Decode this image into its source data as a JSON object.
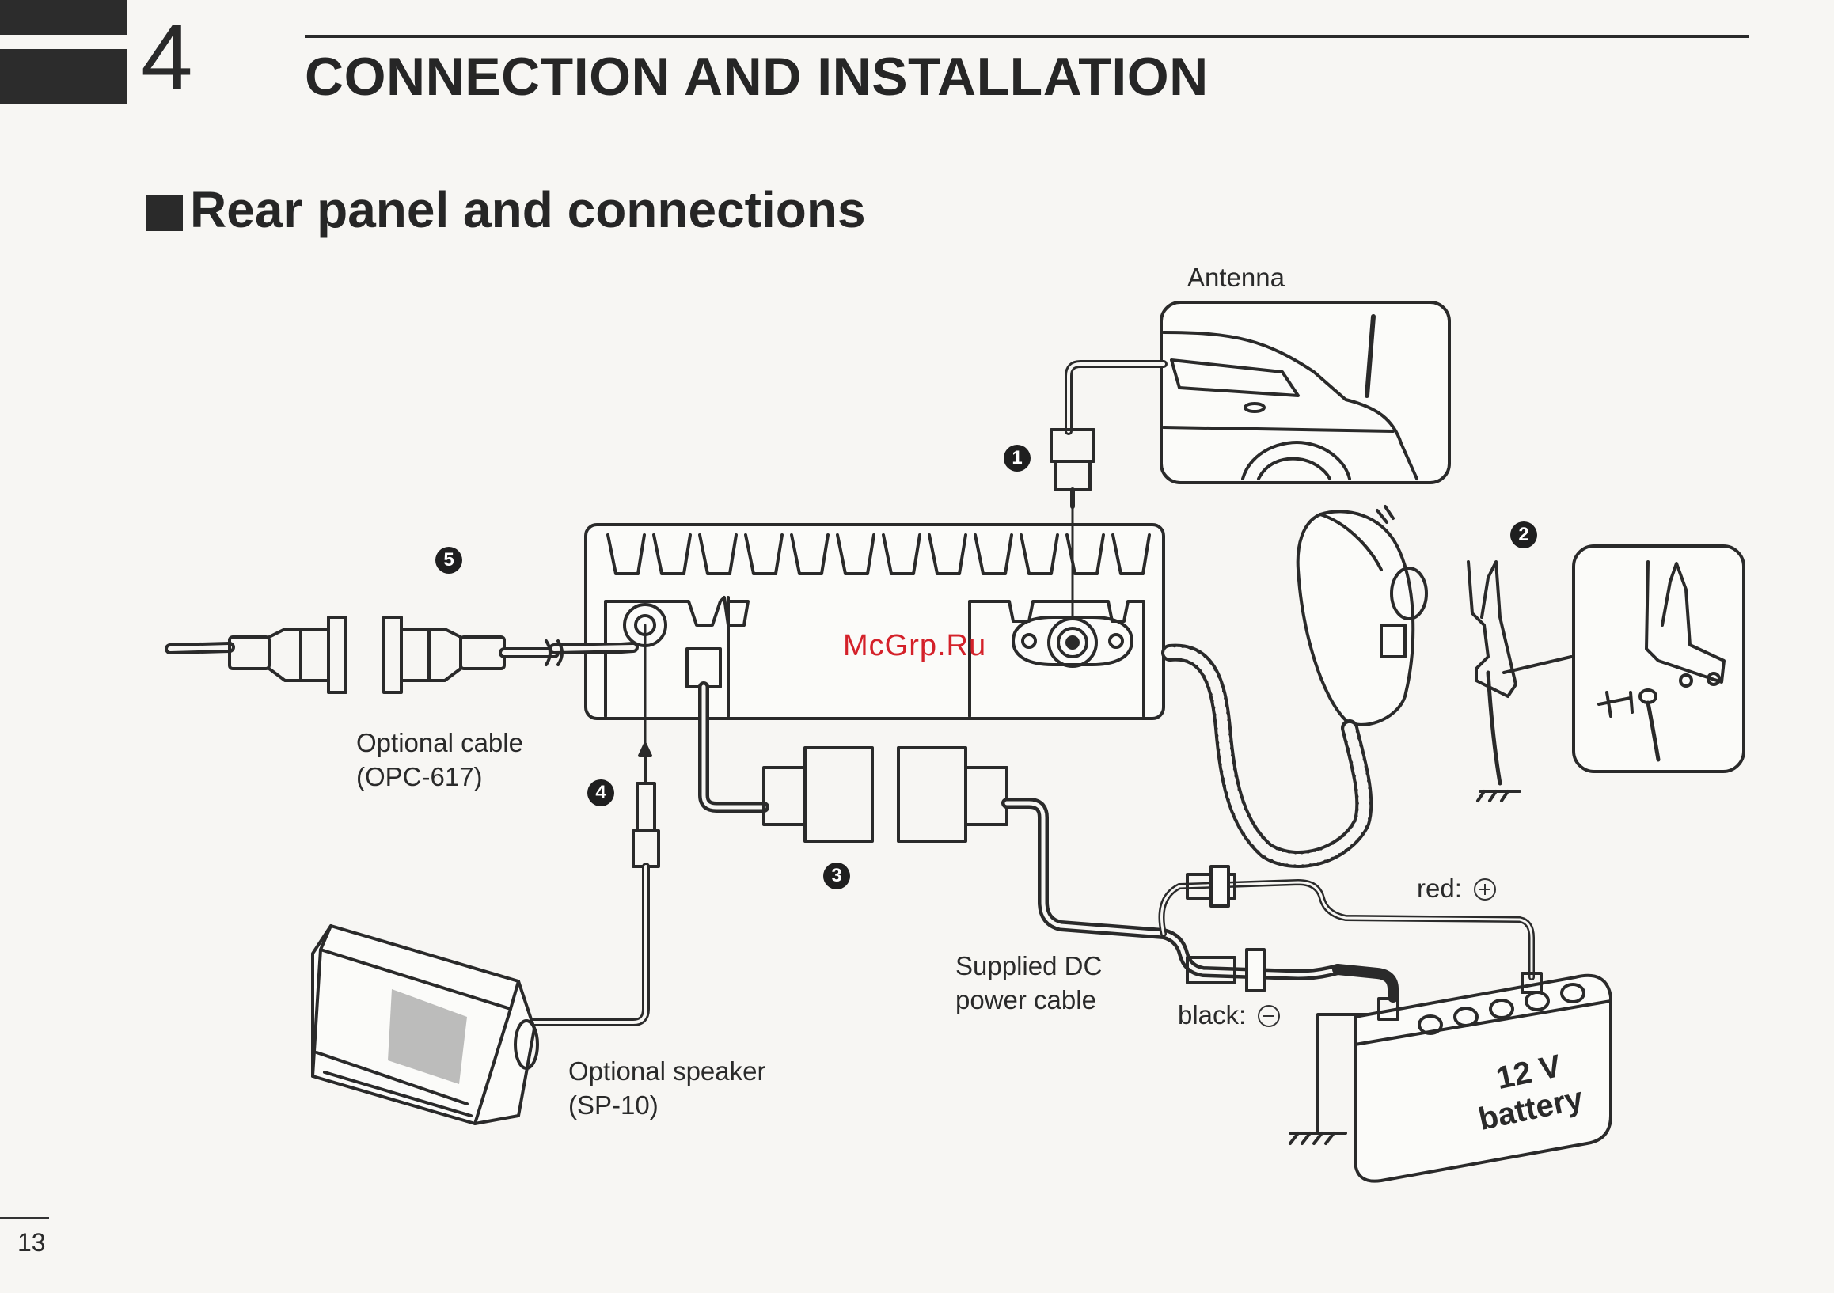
{
  "header": {
    "chapter_number": "4",
    "chapter_title": "CONNECTION AND INSTALLATION"
  },
  "section": {
    "title": "Rear panel and connections"
  },
  "diagram": {
    "labels": {
      "antenna": "Antenna",
      "optional_cable_line1": "Optional cable",
      "optional_cable_line2": "(OPC-617)",
      "optional_speaker_line1": "Optional speaker",
      "optional_speaker_line2": "(SP-10)",
      "dc_cable_line1": "Supplied DC",
      "dc_cable_line2": "power cable",
      "red_wire": "red:",
      "black_wire": "black:",
      "battery_line1": "12 V",
      "battery_line2": "battery"
    },
    "callouts": {
      "c1": "1",
      "c2": "2",
      "c3": "3",
      "c4": "4",
      "c5": "5"
    }
  },
  "watermark": "McGrp.Ru",
  "footer": {
    "page_number": "13"
  }
}
